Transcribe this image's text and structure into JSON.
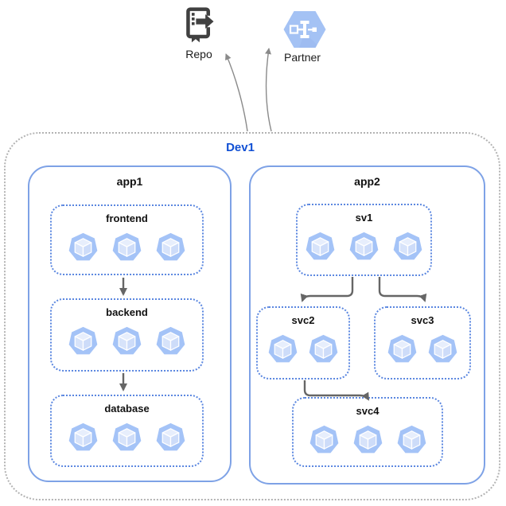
{
  "external": {
    "repo": {
      "label": "Repo",
      "icon": "repo-book-export-icon"
    },
    "partner": {
      "label": "Partner",
      "icon": "partner-hexagon-icon"
    }
  },
  "boundary": {
    "label": "Dev1",
    "links_out": [
      "Dev1 -> Repo",
      "Dev1 -> Partner"
    ]
  },
  "apps": [
    {
      "label": "app1",
      "services": [
        {
          "label": "frontend",
          "pods": 3
        },
        {
          "label": "backend",
          "pods": 3
        },
        {
          "label": "database",
          "pods": 3
        }
      ],
      "flows": [
        "frontend -> backend",
        "backend -> database"
      ]
    },
    {
      "label": "app2",
      "services": [
        {
          "label": "sv1",
          "pods": 3
        },
        {
          "label": "svc2",
          "pods": 2
        },
        {
          "label": "svc3",
          "pods": 2
        },
        {
          "label": "svc4",
          "pods": 3
        }
      ],
      "flows": [
        "sv1 -> svc2",
        "sv1 -> svc3",
        "svc2 -> svc4"
      ]
    }
  ],
  "colors": {
    "boundary_border": "#b3b3b3",
    "app_border": "#7ea2e6",
    "service_border": "#5b87e0",
    "boundary_label": "#1150d4",
    "title_text": "#111111",
    "arrow_thick": "#666666",
    "arrow_thin": "#8a8a8a",
    "pod_heptagon": "#a4c3f7",
    "pod_cube_top": "#e7eefc",
    "pod_cube_left": "#d7e3fa",
    "pod_cube_right": "#cddcf9",
    "partner_hexagon": "#a4c2f4",
    "repo_icon": "#404040"
  }
}
